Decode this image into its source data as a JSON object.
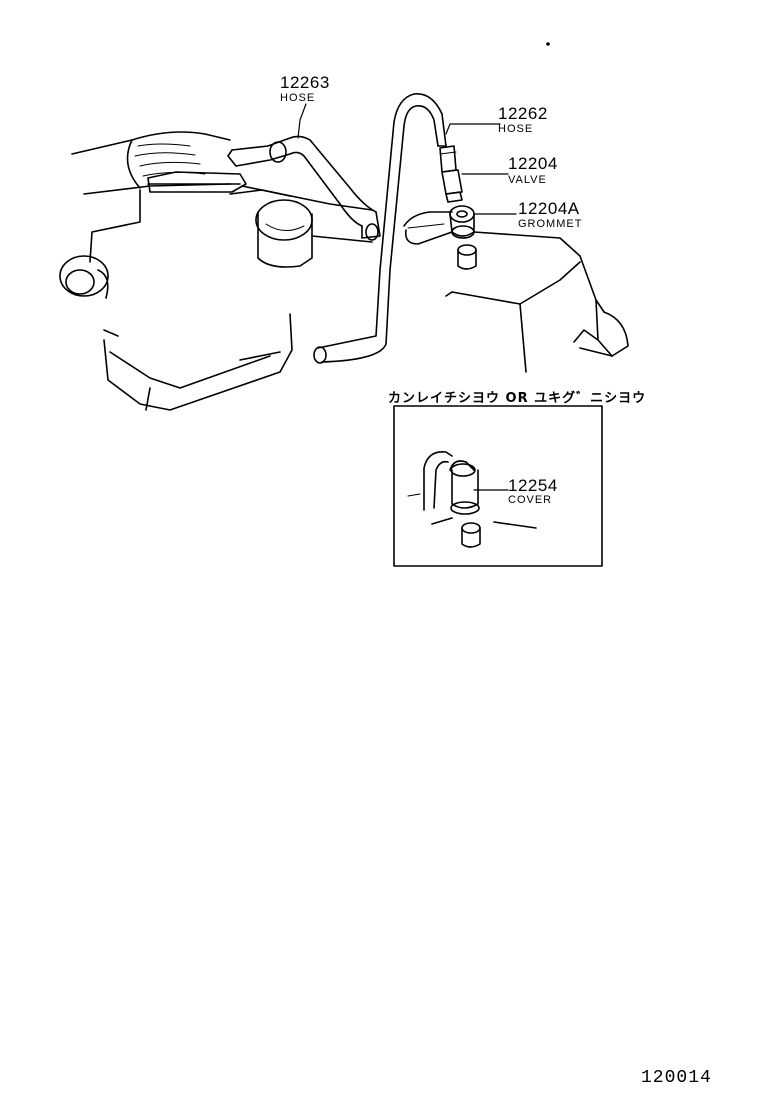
{
  "parts": [
    {
      "number": "12263",
      "name": "HOSE"
    },
    {
      "number": "12262",
      "name": "HOSE"
    },
    {
      "number": "12204",
      "name": "VALVE"
    },
    {
      "number": "12204A",
      "name": "GROMMET"
    },
    {
      "number": "12254",
      "name": "COVER"
    }
  ],
  "inset_caption": "カンレイチシヨウ OR ユキグ゛ニシヨウ",
  "figure_number": "120014"
}
